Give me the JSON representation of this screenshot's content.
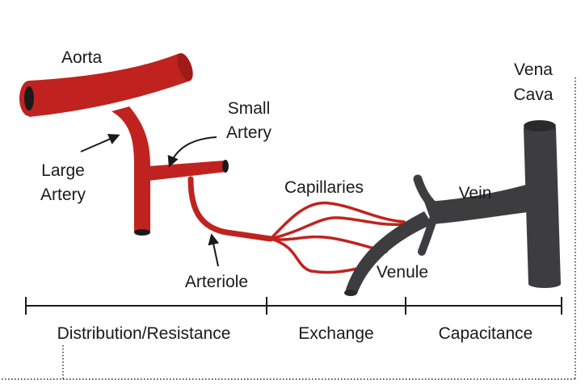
{
  "labels": {
    "aorta": "Aorta",
    "vena_cava_line1": "Vena",
    "vena_cava_line2": "Cava",
    "small_artery_line1": "Small",
    "small_artery_line2": "Artery",
    "large_artery_line1": "Large",
    "large_artery_line2": "Artery",
    "capillaries": "Capillaries",
    "vein": "Vein",
    "venule": "Venule",
    "arteriole": "Arteriole"
  },
  "sections": [
    "Distribution/Resistance",
    "Exchange",
    "Capacitance"
  ],
  "colors": {
    "artery": "#c0231f",
    "artery_dark": "#a01a17",
    "vein": "#3d3d3f",
    "vein_dark": "#2a2a2b",
    "lumen": "#1a1a1a",
    "text": "#1a1a1a"
  }
}
